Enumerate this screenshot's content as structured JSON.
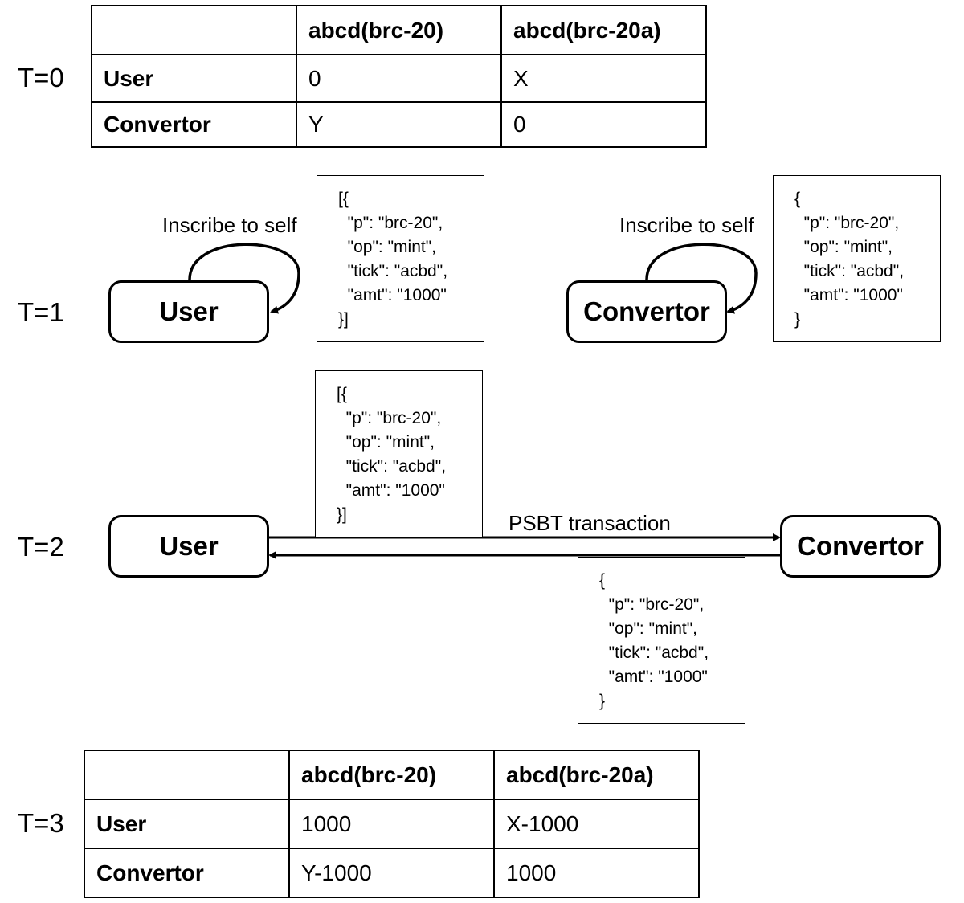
{
  "timesteps": {
    "t0": "T=0",
    "t1": "T=1",
    "t2": "T=2",
    "t3": "T=3"
  },
  "table_t0": {
    "headers": [
      "",
      "abcd(brc-20)",
      "abcd(brc-20a)"
    ],
    "rows": [
      [
        "User",
        "0",
        "X"
      ],
      [
        "Convertor",
        "Y",
        "0"
      ]
    ]
  },
  "table_t3": {
    "headers": [
      "",
      "abcd(brc-20)",
      "abcd(brc-20a)"
    ],
    "rows": [
      [
        "User",
        "1000",
        "X-1000"
      ],
      [
        "Convertor",
        "Y-1000",
        "1000"
      ]
    ]
  },
  "t1": {
    "user_label": "User",
    "convertor_label": "Convertor",
    "user_note": "Inscribe to self",
    "convertor_note": "Inscribe to self",
    "user_json": "[{\n  \"p\": \"brc-20\",\n  \"op\": \"mint\",\n  \"tick\": \"acbd\",\n  \"amt\": \"1000\"\n}]",
    "convertor_json": "{\n  \"p\": \"brc-20\",\n  \"op\": \"mint\",\n  \"tick\": \"acbd\",\n  \"amt\": \"1000\"\n}"
  },
  "t2": {
    "user_label": "User",
    "convertor_label": "Convertor",
    "transaction_label": "PSBT transaction",
    "top_json": "[{\n  \"p\": \"brc-20\",\n  \"op\": \"mint\",\n  \"tick\": \"acbd\",\n  \"amt\": \"1000\"\n}]",
    "bottom_json": "{\n  \"p\": \"brc-20\",\n  \"op\": \"mint\",\n  \"tick\": \"acbd\",\n  \"amt\": \"1000\"\n}"
  }
}
